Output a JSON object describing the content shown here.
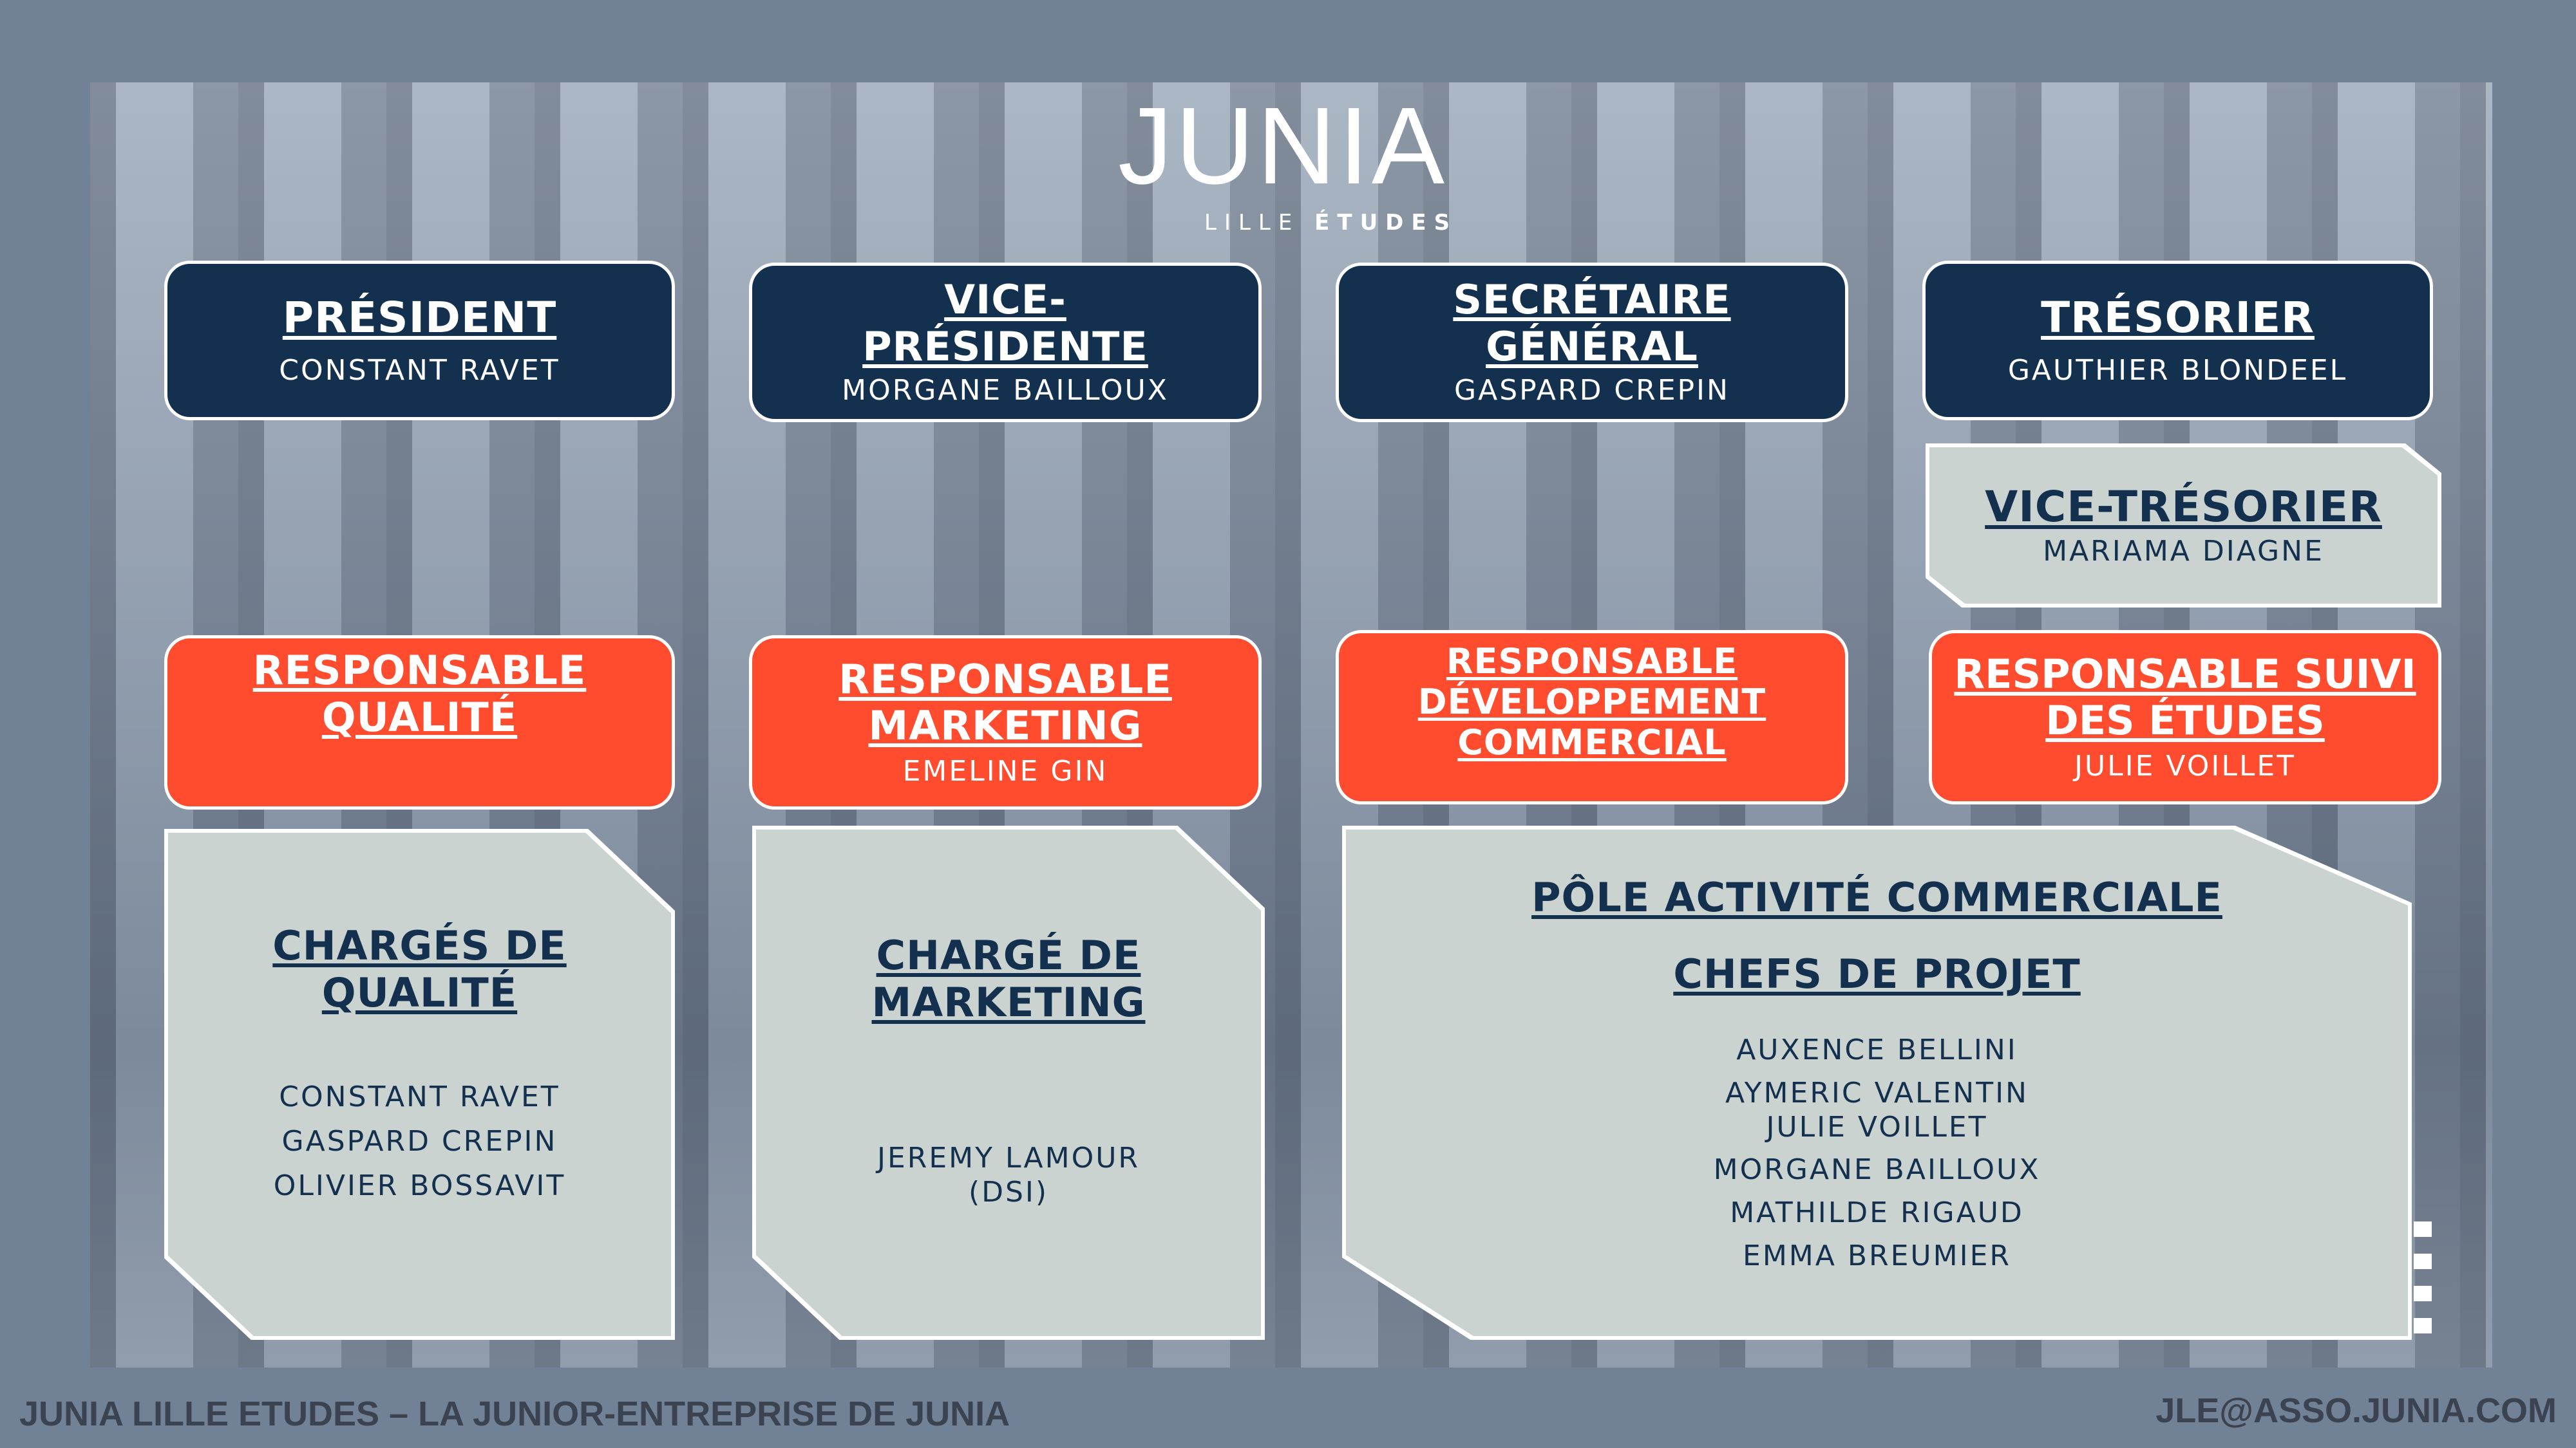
{
  "logo": {
    "brand": "JUNIA",
    "sub_light": "LILLE",
    "sub_bold": "ÉTUDES"
  },
  "bureau": [
    {
      "title": "PRÉSIDENT",
      "name": "CONSTANT RAVET"
    },
    {
      "title": "VICE-PRÉSIDENTE",
      "name": "MORGANE BAILLOUX"
    },
    {
      "title": "SECRÉTAIRE GÉNÉRAL",
      "name": "GASPARD CREPIN"
    },
    {
      "title": "TRÉSORIER",
      "name": "GAUTHIER BLONDEEL"
    }
  ],
  "vice_tresorier": {
    "title": "VICE-TRÉSORIER",
    "name": "MARIAMA DIAGNE"
  },
  "responsables": [
    {
      "title": "RESPONSABLE QUALITÉ",
      "name": ""
    },
    {
      "title": "RESPONSABLE MARKETING",
      "name": "EMELINE GIN"
    },
    {
      "title": "RESPONSABLE DÉVELOPPEMENT COMMERCIAL",
      "name": ""
    },
    {
      "title": "RESPONSABLE SUIVI DES ÉTUDES",
      "name": "JULIE VOILLET"
    }
  ],
  "qualite": {
    "title": "CHARGÉS DE QUALITÉ",
    "members": [
      "CONSTANT RAVET",
      "GASPARD CREPIN",
      "OLIVIER BOSSAVIT"
    ]
  },
  "marketing": {
    "title": "CHARGÉ DE MARKETING",
    "members": [
      "JEREMY LAMOUR (DSI)"
    ]
  },
  "pole": {
    "title": "PÔLE ACTIVITÉ COMMERCIALE",
    "subtitle": "CHEFS DE PROJET",
    "members": [
      "AUXENCE BELLINI",
      "AYMERIC VALENTIN",
      "JULIE VOILLET",
      "MORGANE BAILLOUX",
      "MATHILDE RIGAUD",
      "EMMA BREUMIER"
    ]
  },
  "footer": {
    "left": "JUNIA LILLE ETUDES – LA JUNIOR-ENTREPRISE DE JUNIA",
    "right": "JLE@ASSO.JUNIA.COM"
  },
  "colors": {
    "navy": "#14304f",
    "orange": "#ff4b2e",
    "grey": "#cbd3d1"
  }
}
